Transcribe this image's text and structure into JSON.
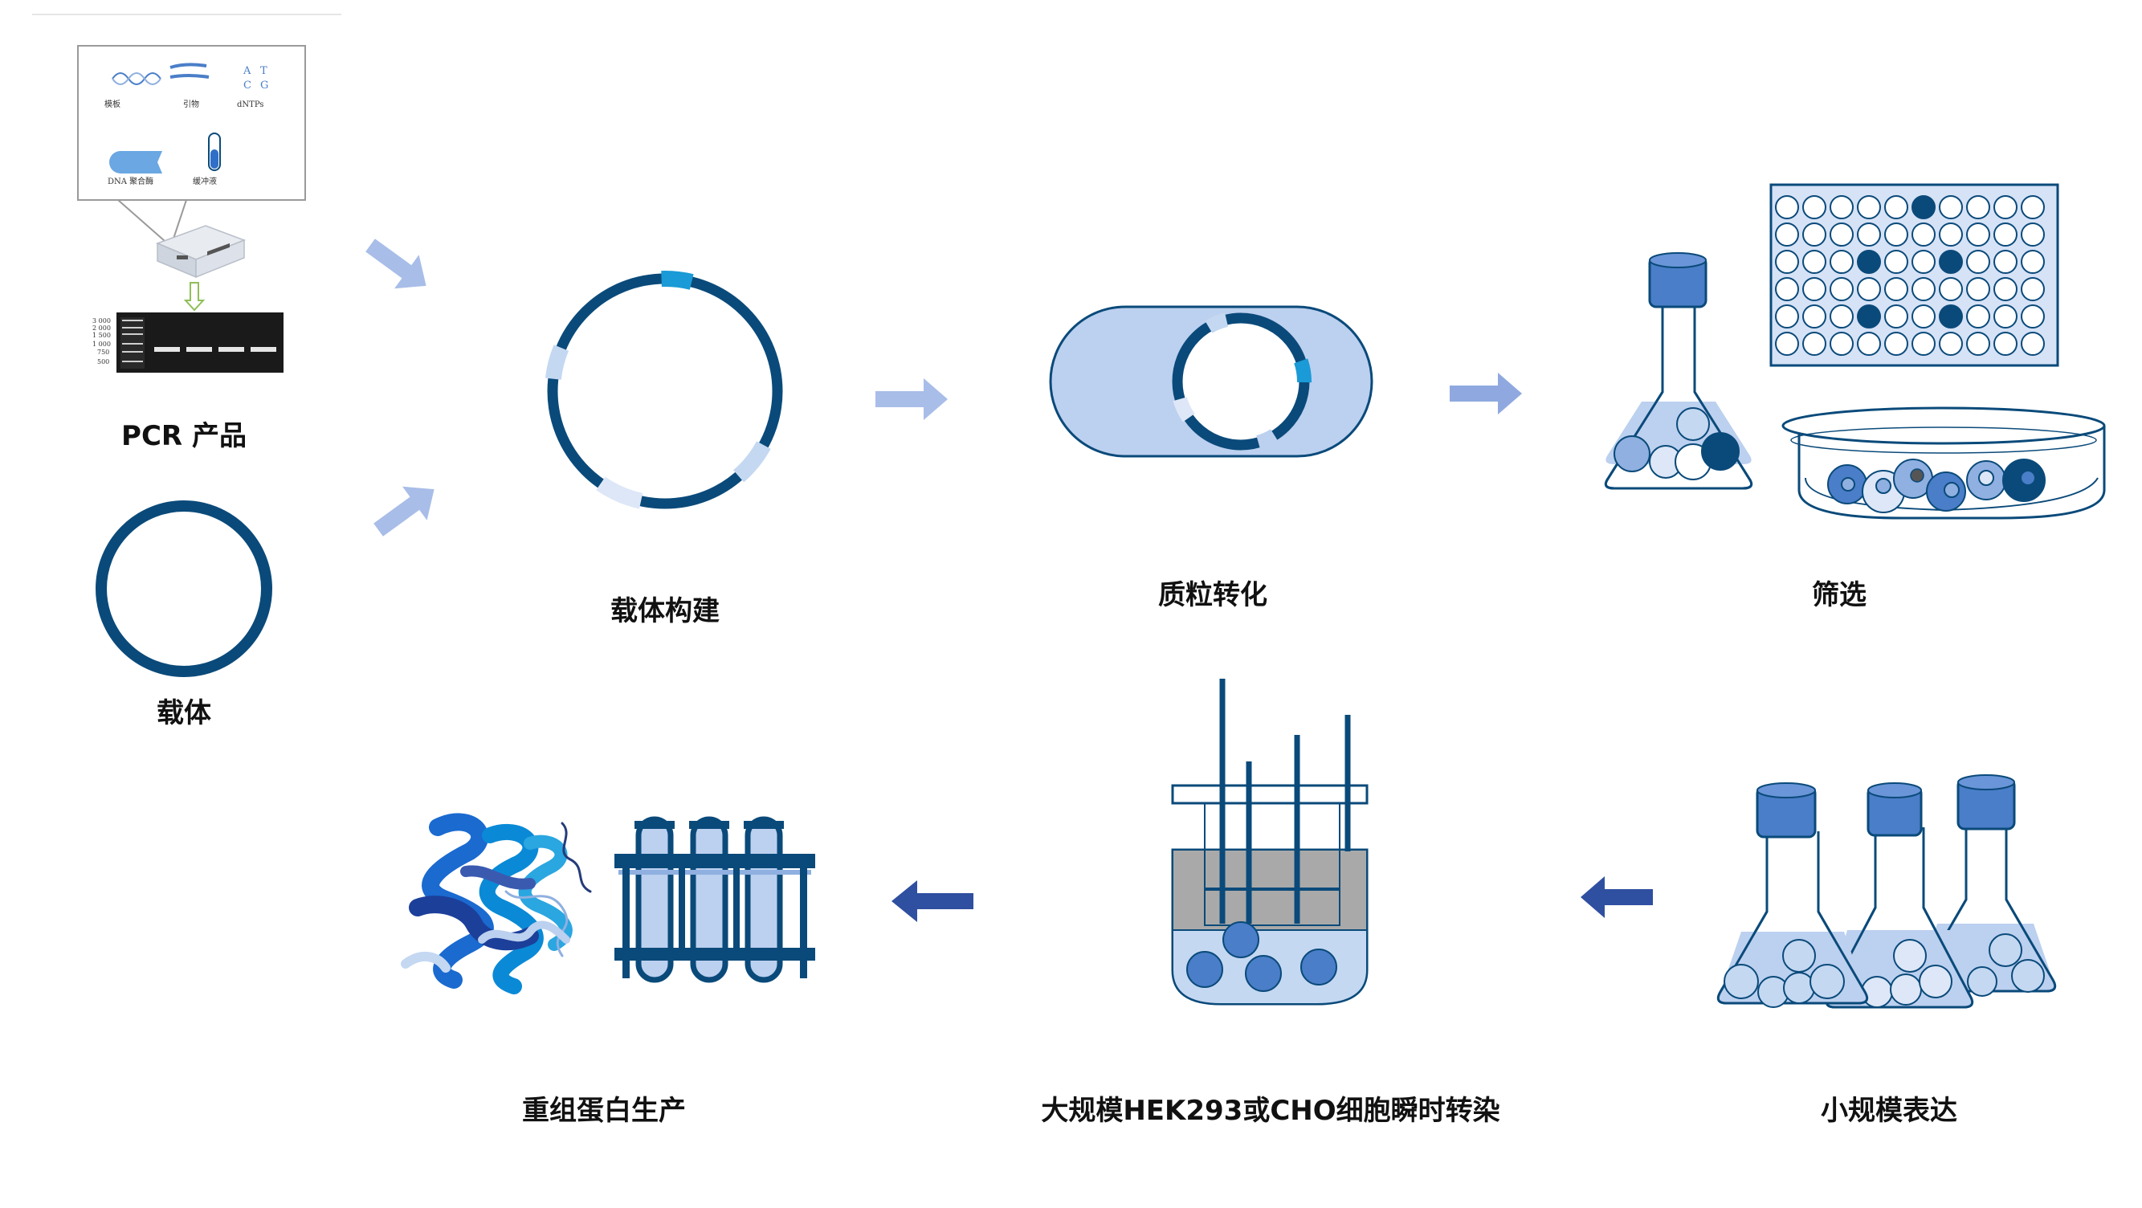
{
  "steps": {
    "pcr": "PCR 产品",
    "vector": "载体",
    "construct": "载体构建",
    "transform": "质粒转化",
    "screen": "筛选",
    "small_expr": "小规模表达",
    "large_transfect": "大规模HEK293或CHO细胞瞬时转染",
    "production": "重组蛋白生产"
  },
  "pcr_inset": {
    "template": "模板",
    "primer": "引物",
    "dntps": "dNTPs",
    "polymerase": "DNA 聚合酶",
    "buffer": "缓冲液",
    "bases": [
      "A",
      "T",
      "C",
      "G"
    ]
  },
  "gel_ladder": [
    "3 000",
    "2 000",
    "1 500",
    "1 000",
    "750",
    "500"
  ],
  "colors": {
    "dark_blue": "#0a4a7a",
    "mid_blue": "#4a7ec8",
    "light_blue": "#bcd0ef",
    "pale_blue": "#dde7f7",
    "cyan": "#1a9ad6",
    "arrow_light": "#a8bde8",
    "arrow_dark": "#2f4fa0"
  }
}
